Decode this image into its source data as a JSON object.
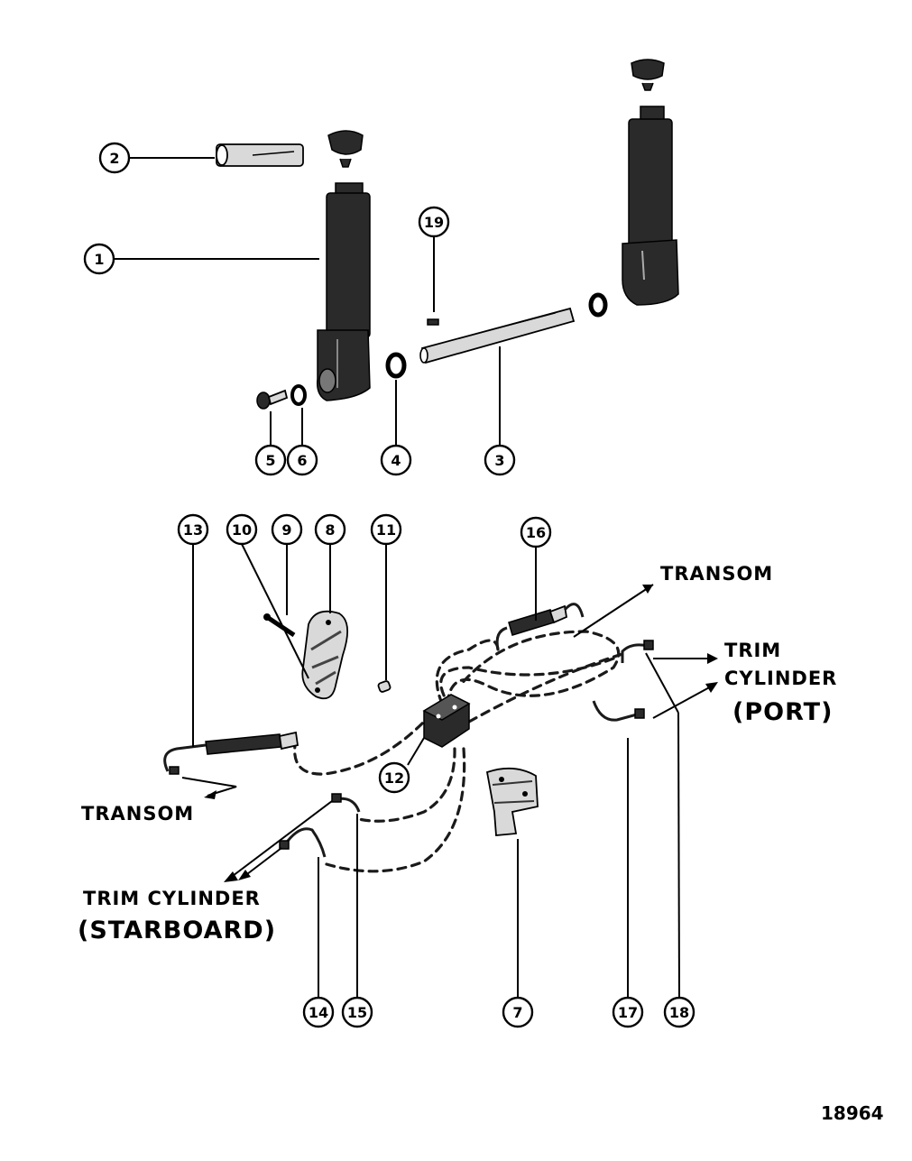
{
  "callouts": {
    "c1": "1",
    "c2": "2",
    "c3": "3",
    "c4": "4",
    "c5": "5",
    "c6": "6",
    "c7": "7",
    "c8": "8",
    "c9": "9",
    "c10": "10",
    "c11": "11",
    "c12": "12",
    "c13": "13",
    "c14": "14",
    "c15": "15",
    "c16": "16",
    "c17": "17",
    "c18": "18",
    "c19": "19"
  },
  "labels": {
    "transom_top": "TRANSOM",
    "transom_left": "TRANSOM",
    "trim_port_line1": "TRIM",
    "trim_port_line2": "CYLINDER",
    "trim_port_line3": "(PORT)",
    "trim_starboard_line1": "TRIM CYLINDER",
    "trim_starboard_line2": "(STARBOARD)"
  },
  "figure_number": "18964"
}
